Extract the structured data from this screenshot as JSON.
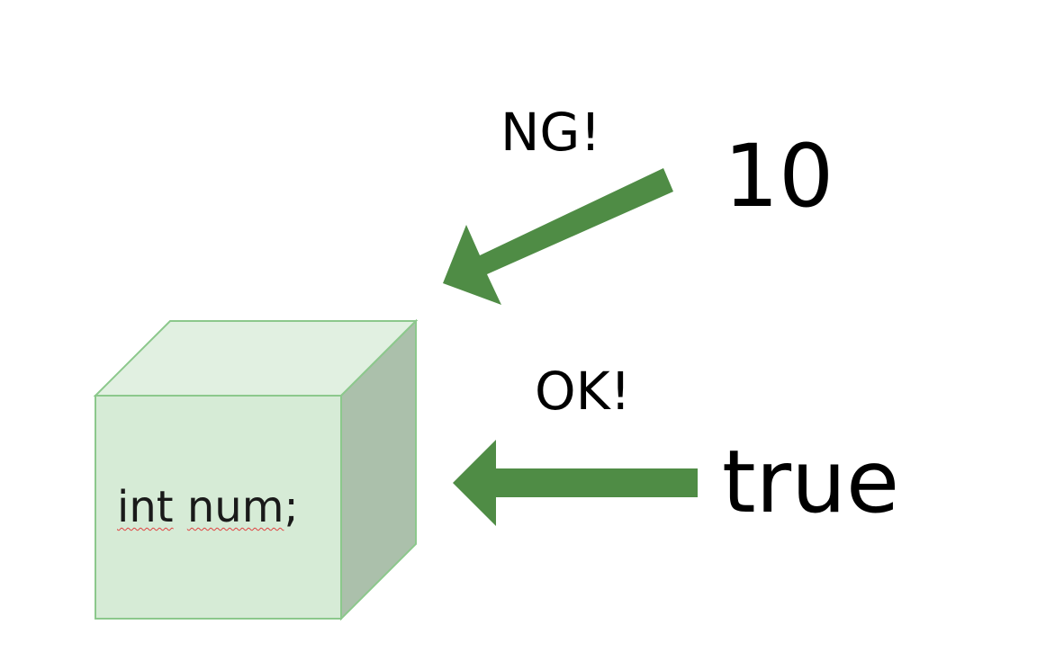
{
  "variable": {
    "type_keyword": "int",
    "name": "num",
    "terminator": ";"
  },
  "rejected": {
    "verdict": "NG!",
    "value": "10"
  },
  "accepted": {
    "verdict": "OK!",
    "value": "true"
  },
  "colors": {
    "arrow": "#4f8c45",
    "box_front": "#d6ebd6",
    "box_top": "#e1f0e1",
    "box_side": "#abc0ab",
    "box_edge": "#8cc88c",
    "spellcheck": "#e04040"
  }
}
